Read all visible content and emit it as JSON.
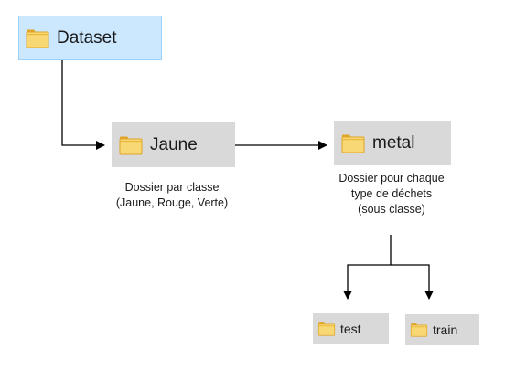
{
  "nodes": {
    "dataset": {
      "label": "Dataset",
      "icon": "folder-icon"
    },
    "jaune": {
      "label": "Jaune",
      "icon": "folder-icon"
    },
    "metal": {
      "label": "metal",
      "icon": "folder-icon"
    },
    "test": {
      "label": "test",
      "icon": "folder-icon"
    },
    "train": {
      "label": "train",
      "icon": "folder-icon"
    }
  },
  "captions": {
    "jaune": {
      "line1": "Dossier par classe",
      "line2": "(Jaune, Rouge, Verte)"
    },
    "metal": {
      "line1": "Dossier pour chaque",
      "line2": "type de déchets",
      "line3": "(sous classe)"
    }
  },
  "edges": [
    {
      "from": "dataset",
      "to": "jaune"
    },
    {
      "from": "jaune",
      "to": "metal"
    },
    {
      "from": "metal",
      "to": "test"
    },
    {
      "from": "metal",
      "to": "train"
    }
  ],
  "colors": {
    "selected_fill": "#cce8ff",
    "selected_border": "#99d1ff",
    "box_fill": "#d9d9d9",
    "folder_body": "#f8d775",
    "folder_tab": "#e0a526",
    "line": "#000000"
  }
}
